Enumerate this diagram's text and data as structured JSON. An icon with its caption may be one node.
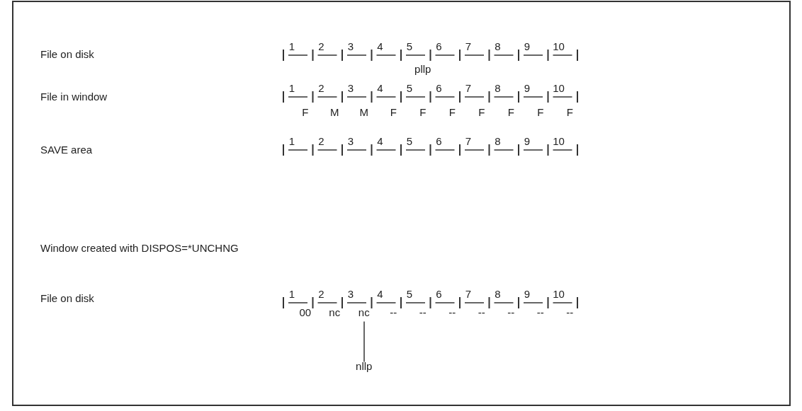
{
  "diagram": {
    "nodes": [
      {
        "text": [
          "nc"
        ]
      },
      {
        "text": [
          "nllp"
        ]
      }
    ],
    "edges": [
      {
        "from": 1,
        "to": 0,
        "arrow": "none"
      }
    ],
    "labels": [
      "File on disk",
      "1",
      "2",
      "3",
      "4",
      "5",
      "6",
      "7",
      "8",
      "9",
      "10",
      "pllp",
      "File in window",
      "1",
      "2",
      "3",
      "4",
      "5",
      "6",
      "7",
      "8",
      "9",
      "10",
      "F",
      "M",
      "M",
      "F",
      "F",
      "F",
      "F",
      "F",
      "F",
      "F",
      "SAVE area",
      "1",
      "2",
      "3",
      "4",
      "5",
      "6",
      "7",
      "8",
      "9",
      "10",
      "Window created with DISPOS=*UNCHNG",
      "File on disk",
      "1",
      "2",
      "3",
      "4",
      "5",
      "6",
      "7",
      "8",
      "9",
      "10",
      "00",
      "nc",
      "--",
      "--",
      "--",
      "--",
      "--",
      "--",
      "--"
    ]
  }
}
